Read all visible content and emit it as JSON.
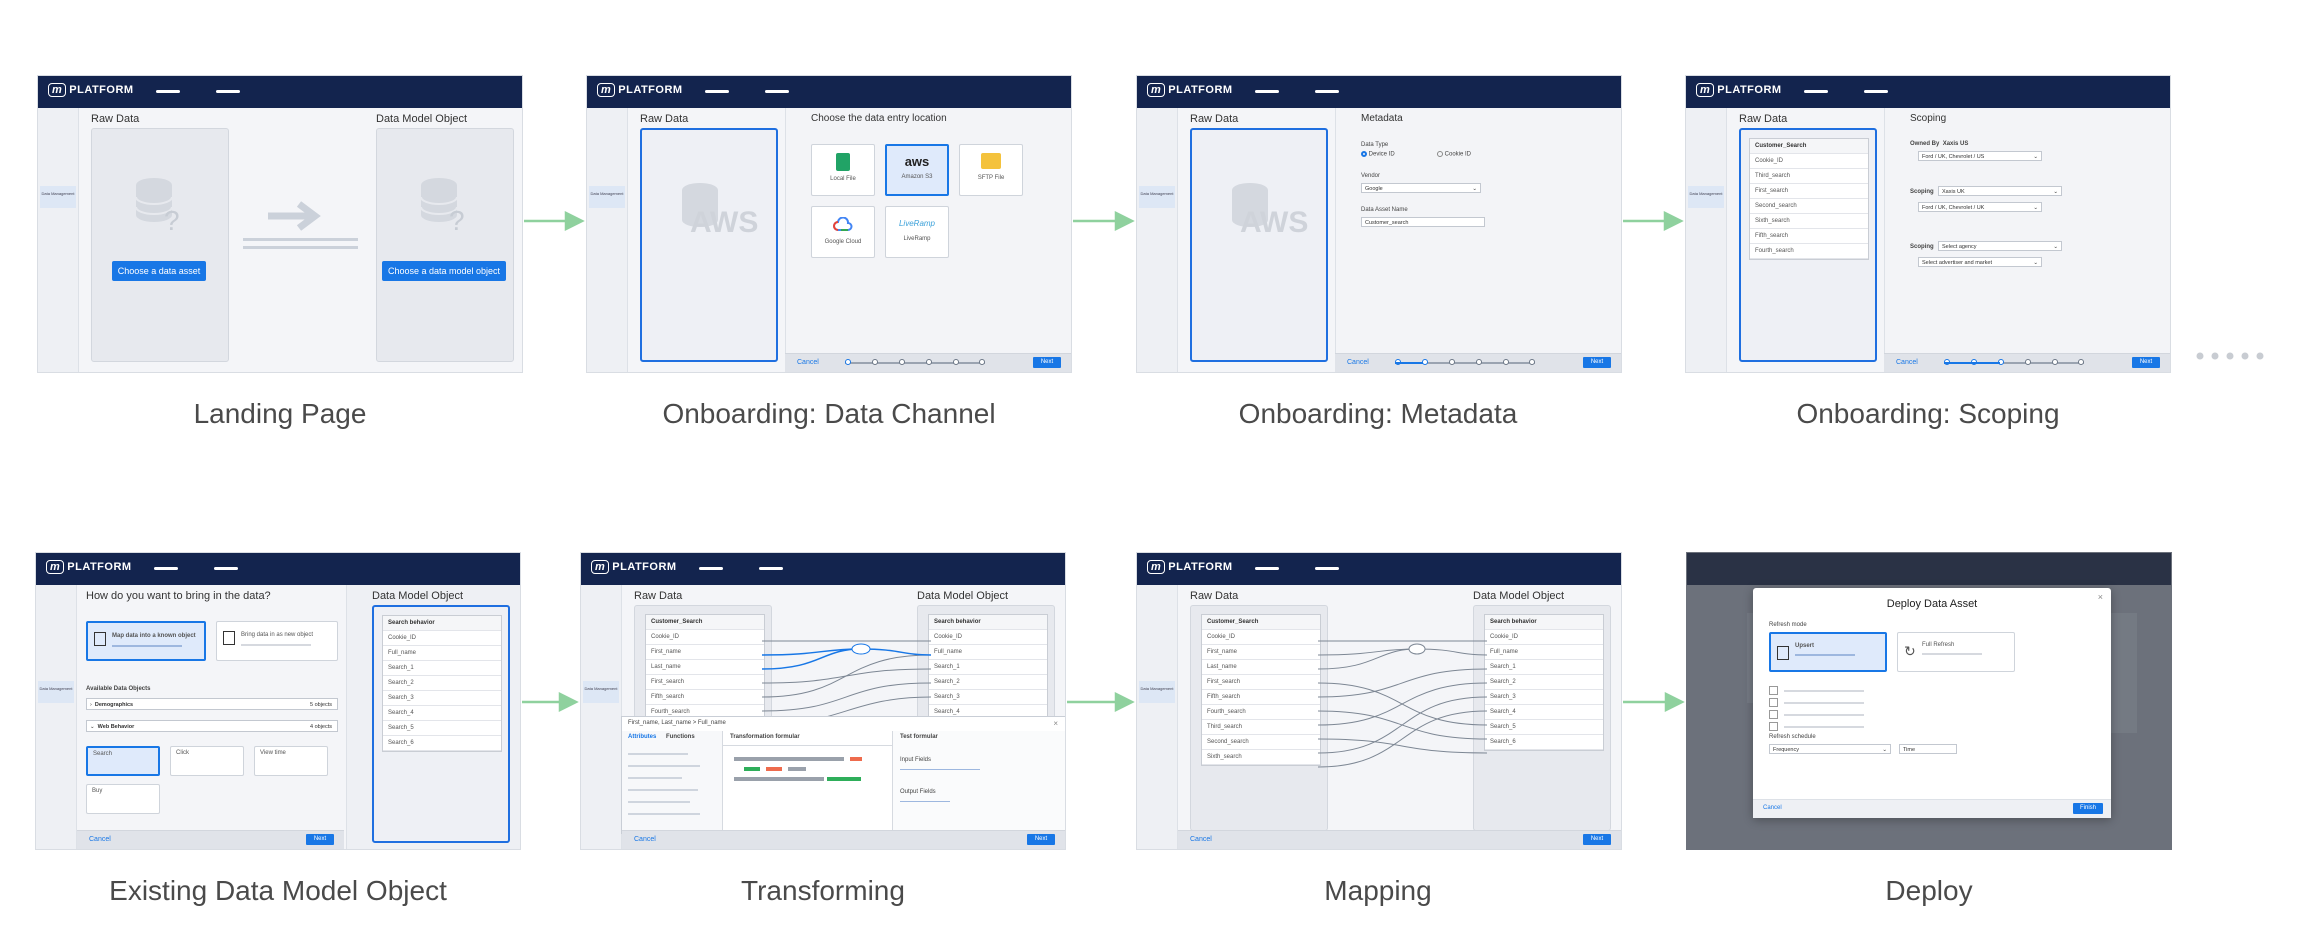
{
  "app": {
    "logo_mark": "m",
    "logo_text": "PLATFORM",
    "side_label": "Data Management"
  },
  "common": {
    "cancel": "Cancel",
    "next": "Next",
    "raw_data": "Raw Data",
    "data_model_object": "Data Model Object"
  },
  "screens": [
    {
      "caption": "Landing Page",
      "left_button": "Choose a data asset",
      "right_button": "Choose a data model object"
    },
    {
      "caption": "Onboarding: Data Channel",
      "right_title": "Choose the data entry location",
      "watermark": "AWS",
      "options": [
        "Local File",
        "Amazon S3",
        "SFTP File",
        "Google Cloud",
        "LiveRamp"
      ],
      "selected_option": "Amazon S3"
    },
    {
      "caption": "Onboarding: Metadata",
      "right_title": "Metadata",
      "watermark": "AWS",
      "data_type_label": "Data Type",
      "data_type_options": [
        "Device ID",
        "Cookie ID"
      ],
      "vendor_label": "Vendor",
      "vendor_value": "Google",
      "asset_name_label": "Data Asset Name",
      "asset_name_value": "Customer_search"
    },
    {
      "caption": "Onboarding: Scoping",
      "right_title": "Scoping",
      "list_rows": [
        "Customer_Search",
        "Cookie_ID",
        "Third_search",
        "First_search",
        "Second_search",
        "Sixth_search",
        "Fifth_search",
        "Fourth_search"
      ],
      "owned_by_label": "Owned By",
      "owned_by_value": "Xaxis US",
      "owned_by_select": "Ford / UK, Chevrolet / US",
      "scoping_label": "Scoping",
      "scoping_value": "Xaxis UK",
      "scoping_select": "Ford / UK, Chevrolet / UK",
      "scoping2_label": "Scoping",
      "scoping2_select": "Select agency",
      "scoping3_select": "Select advertiser and market"
    },
    {
      "caption": "Existing Data Model Object",
      "question": "How do you want to bring in the data?",
      "option_a": "Map data into a known object",
      "option_b": "Bring data in as new object",
      "available_label": "Available Data Objects",
      "groups": [
        {
          "name": "Demographics",
          "count": "5 objects"
        },
        {
          "name": "Web Behavior",
          "count": "4 objects"
        }
      ],
      "web_items": [
        "Search",
        "Click",
        "View time",
        "Buy"
      ],
      "dmo_rows": [
        "Search behavior",
        "Cookie_ID",
        "Full_name",
        "Search_1",
        "Search_2",
        "Search_3",
        "Search_4",
        "Search_5",
        "Search_6"
      ]
    },
    {
      "caption": "Transforming",
      "left_rows": [
        "Customer_Search",
        "Cookie_ID",
        "First_name",
        "Last_name",
        "First_search",
        "Fifth_search",
        "Fourth_search"
      ],
      "right_rows": [
        "Search behavior",
        "Cookie_ID",
        "Full_name",
        "Search_1",
        "Search_2",
        "Search_3",
        "Search_4"
      ],
      "formula_expr": "First_name, Last_name > Full_name",
      "tab_attributes": "Attributes",
      "tab_functions": "Functions",
      "transform_header": "Transformation formular",
      "test_header": "Test formular",
      "input_fields": "Input Fields",
      "output_fields": "Output Fields"
    },
    {
      "caption": "Mapping",
      "left_rows": [
        "Customer_Search",
        "Cookie_ID",
        "First_name",
        "Last_name",
        "First_search",
        "Fifth_search",
        "Fourth_search",
        "Third_search",
        "Second_search",
        "Sixth_search"
      ],
      "right_rows": [
        "Search behavior",
        "Cookie_ID",
        "Full_name",
        "Search_1",
        "Search_2",
        "Search_3",
        "Search_4",
        "Search_5",
        "Search_6"
      ]
    },
    {
      "caption": "Deploy",
      "dialog_title": "Deploy Data Asset",
      "refresh_mode_label": "Refresh mode",
      "upsert": "Upsert",
      "full_refresh": "Full Refresh",
      "schedule_label": "Refresh schedule",
      "frequency": "Frequency",
      "time": "Time",
      "cancel": "Cancel",
      "finish": "Finish"
    }
  ],
  "colors": {
    "topbar": "#13244e",
    "accent": "#1877e6",
    "arrow": "#8fd19e"
  }
}
